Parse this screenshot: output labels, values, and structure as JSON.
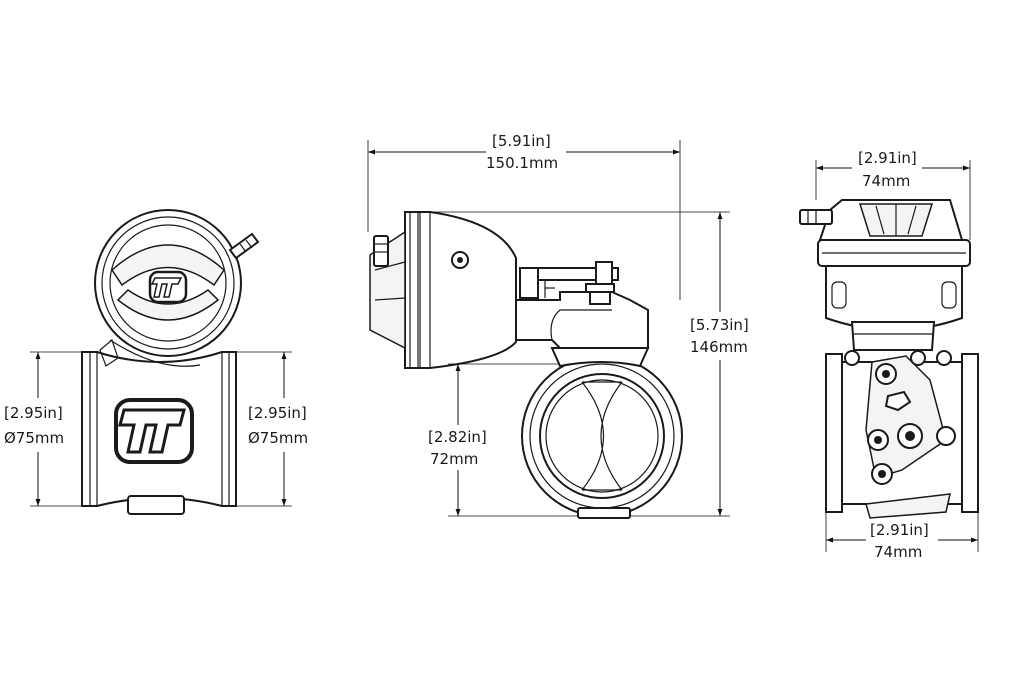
{
  "dimensions": {
    "left_left_in": "[2.95in]",
    "left_left_mm": "Ø75mm",
    "left_right_in": "[2.95in]",
    "left_right_mm": "Ø75mm",
    "mid_width_in": "[5.91in]",
    "mid_width_mm": "150.1mm",
    "mid_height_in": "[5.73in]",
    "mid_height_mm": "146mm",
    "mid_center_in": "[2.82in]",
    "mid_center_mm": "72mm",
    "right_top_in": "[2.91in]",
    "right_top_mm": "74mm",
    "right_bottom_in": "[2.91in]",
    "right_bottom_mm": "74mm"
  },
  "colors": {
    "line": "#1a1a1a",
    "background": "#ffffff"
  }
}
